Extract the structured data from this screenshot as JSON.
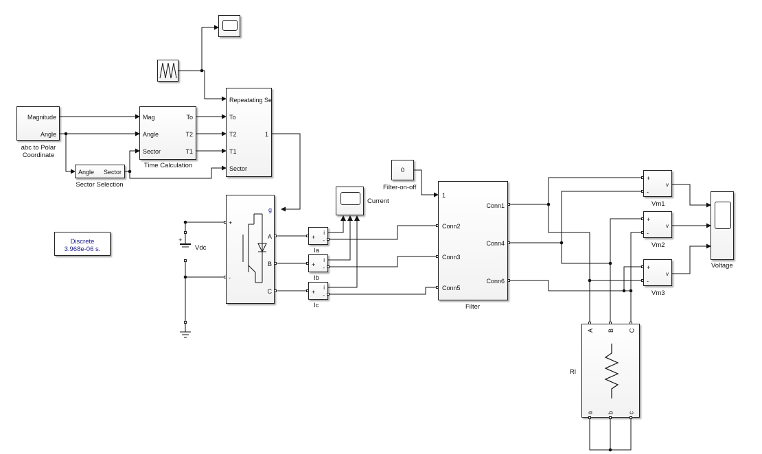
{
  "blocks": {
    "abc_to_polar": {
      "in1": "Magnitude",
      "in2": "Angle",
      "name": "abc to Polar\nCoordinate",
      "name_l1": "abc to Polar",
      "name_l2": "Coordinate"
    },
    "sector_selection": {
      "in": "Angle",
      "out": "Sector",
      "name": "Sector Selection"
    },
    "time_calculation": {
      "in1": "Mag",
      "in2": "Angle",
      "in3": "Sector",
      "out1": "To",
      "out2": "T2",
      "out3": "T1",
      "name": "Time Calculation"
    },
    "repeating_sequence": {
      "in0": "Repeatating Se",
      "in1": "To",
      "in2": "T2",
      "in3": "T1",
      "in4": "Sector",
      "out": "1"
    },
    "inverter": {
      "in": "g",
      "out_a": "A",
      "out_b": "B",
      "out_c": "C",
      "plus": "+",
      "minus": "-"
    },
    "vdc": {
      "name": "Vdc",
      "plus": "+"
    },
    "ia": {
      "name": "Ia",
      "plus": "+",
      "minus": "-",
      "out": "i"
    },
    "ib": {
      "name": "Ib",
      "plus": "+",
      "minus": "-",
      "out": "i"
    },
    "ic": {
      "name": "Ic",
      "plus": "+",
      "minus": "-",
      "out": "i"
    },
    "current_scope": {
      "name": "Current"
    },
    "constant": {
      "value": "0",
      "name": "Filter-on-off"
    },
    "filter": {
      "in1": "1",
      "in2": "Conn2",
      "in3": "Conn3",
      "in4": "Conn5",
      "out1": "Conn1",
      "out2": "Conn4",
      "out3": "Conn6",
      "name": "Filter"
    },
    "vm1": {
      "name": "Vm1",
      "plus": "+",
      "minus": "-",
      "out": "v"
    },
    "vm2": {
      "name": "Vm2",
      "plus": "+",
      "minus": "-",
      "out": "v"
    },
    "vm3": {
      "name": "Vm3",
      "plus": "+",
      "minus": "-",
      "out": "v"
    },
    "voltage_scope": {
      "name": "Voltage"
    },
    "load": {
      "name": "Rl",
      "top_a": "A",
      "top_b": "B",
      "top_c": "C",
      "bot_a": "a",
      "bot_b": "b",
      "bot_c": "c"
    },
    "powergui": {
      "line1": "Discrete",
      "line2": "3.968e-06 s."
    }
  },
  "colors": {
    "line": "#111111",
    "block_border": "#222222",
    "powergui_text": "#1a1a8c"
  }
}
